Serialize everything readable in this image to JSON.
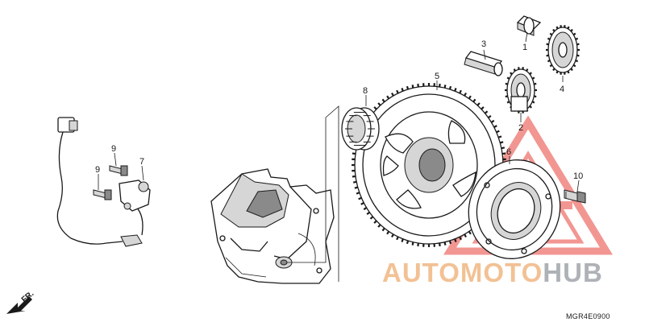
{
  "callouts": [
    {
      "id": "1",
      "label": "1"
    },
    {
      "id": "2",
      "label": "2"
    },
    {
      "id": "3",
      "label": "3"
    },
    {
      "id": "4",
      "label": "4"
    },
    {
      "id": "5",
      "label": "5"
    },
    {
      "id": "6",
      "label": "6"
    },
    {
      "id": "7",
      "label": "7"
    },
    {
      "id": "8",
      "label": "8"
    },
    {
      "id": "9a",
      "label": "9"
    },
    {
      "id": "9b",
      "label": "9"
    },
    {
      "id": "10",
      "label": "10"
    }
  ],
  "diagram_code": "MGR4E0900",
  "direction_label": "FR.",
  "watermark": {
    "part1": "AUTO",
    "part2": "MOTO",
    "part3": "HUB",
    "color_primary": "#f0b27a",
    "color_secondary": "#9aa0a6",
    "logo_color": "#e8423a"
  }
}
